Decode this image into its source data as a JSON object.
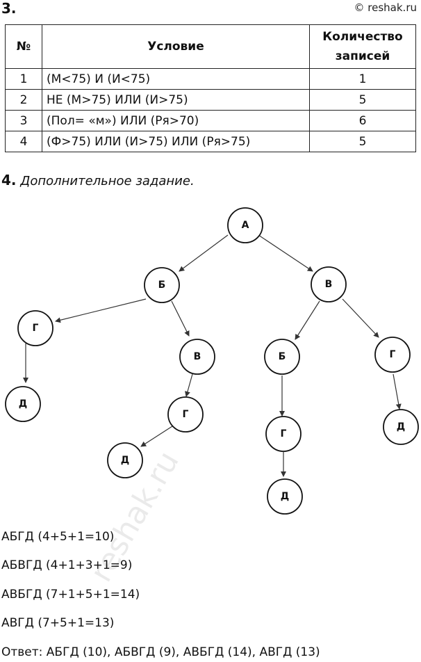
{
  "header": {
    "task_number": "3.",
    "site": "© reshak.ru"
  },
  "table": {
    "headers": {
      "num": "№",
      "condition": "Условие",
      "count_line1": "Количество",
      "count_line2": "записей"
    },
    "rows": [
      {
        "num": "1",
        "condition": "(М<75) И (И<75)",
        "count": "1"
      },
      {
        "num": "2",
        "condition": "НЕ (М>75) ИЛИ (И>75)",
        "count": "5"
      },
      {
        "num": "3",
        "condition": "(Пол= «м») ИЛИ (Ря>70)",
        "count": "6"
      },
      {
        "num": "4",
        "condition": "(Ф>75) ИЛИ (И>75) ИЛИ (Ря>75)",
        "count": "5"
      }
    ]
  },
  "section4": {
    "number": "4.",
    "title": "Дополнительное задание."
  },
  "tree": {
    "nodes": [
      "А",
      "Б",
      "В",
      "Г",
      "Д",
      "В",
      "Г",
      "Д",
      "Б",
      "Г",
      "Д",
      "Г",
      "Д"
    ]
  },
  "paths": [
    "АБГД (4+5+1=10)",
    "АБВГД (4+1+3+1=9)",
    "АВБГД (7+1+5+1=14)",
    "АВГД (7+5+1=13)"
  ],
  "answer": "Ответ: АБГД (10), АБВГД (9), АВБГД (14), АВГД (13)",
  "watermark": "reshak.ru"
}
